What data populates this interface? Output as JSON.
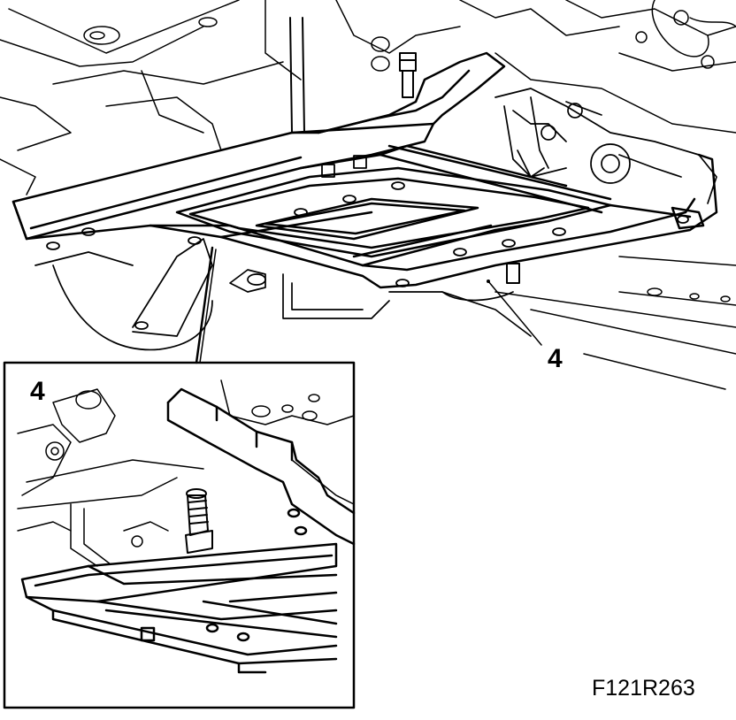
{
  "callouts": {
    "main": "4",
    "inset": "4"
  },
  "figure_code": "F121R263",
  "colors": {
    "line": "#000000",
    "background": "#ffffff"
  }
}
